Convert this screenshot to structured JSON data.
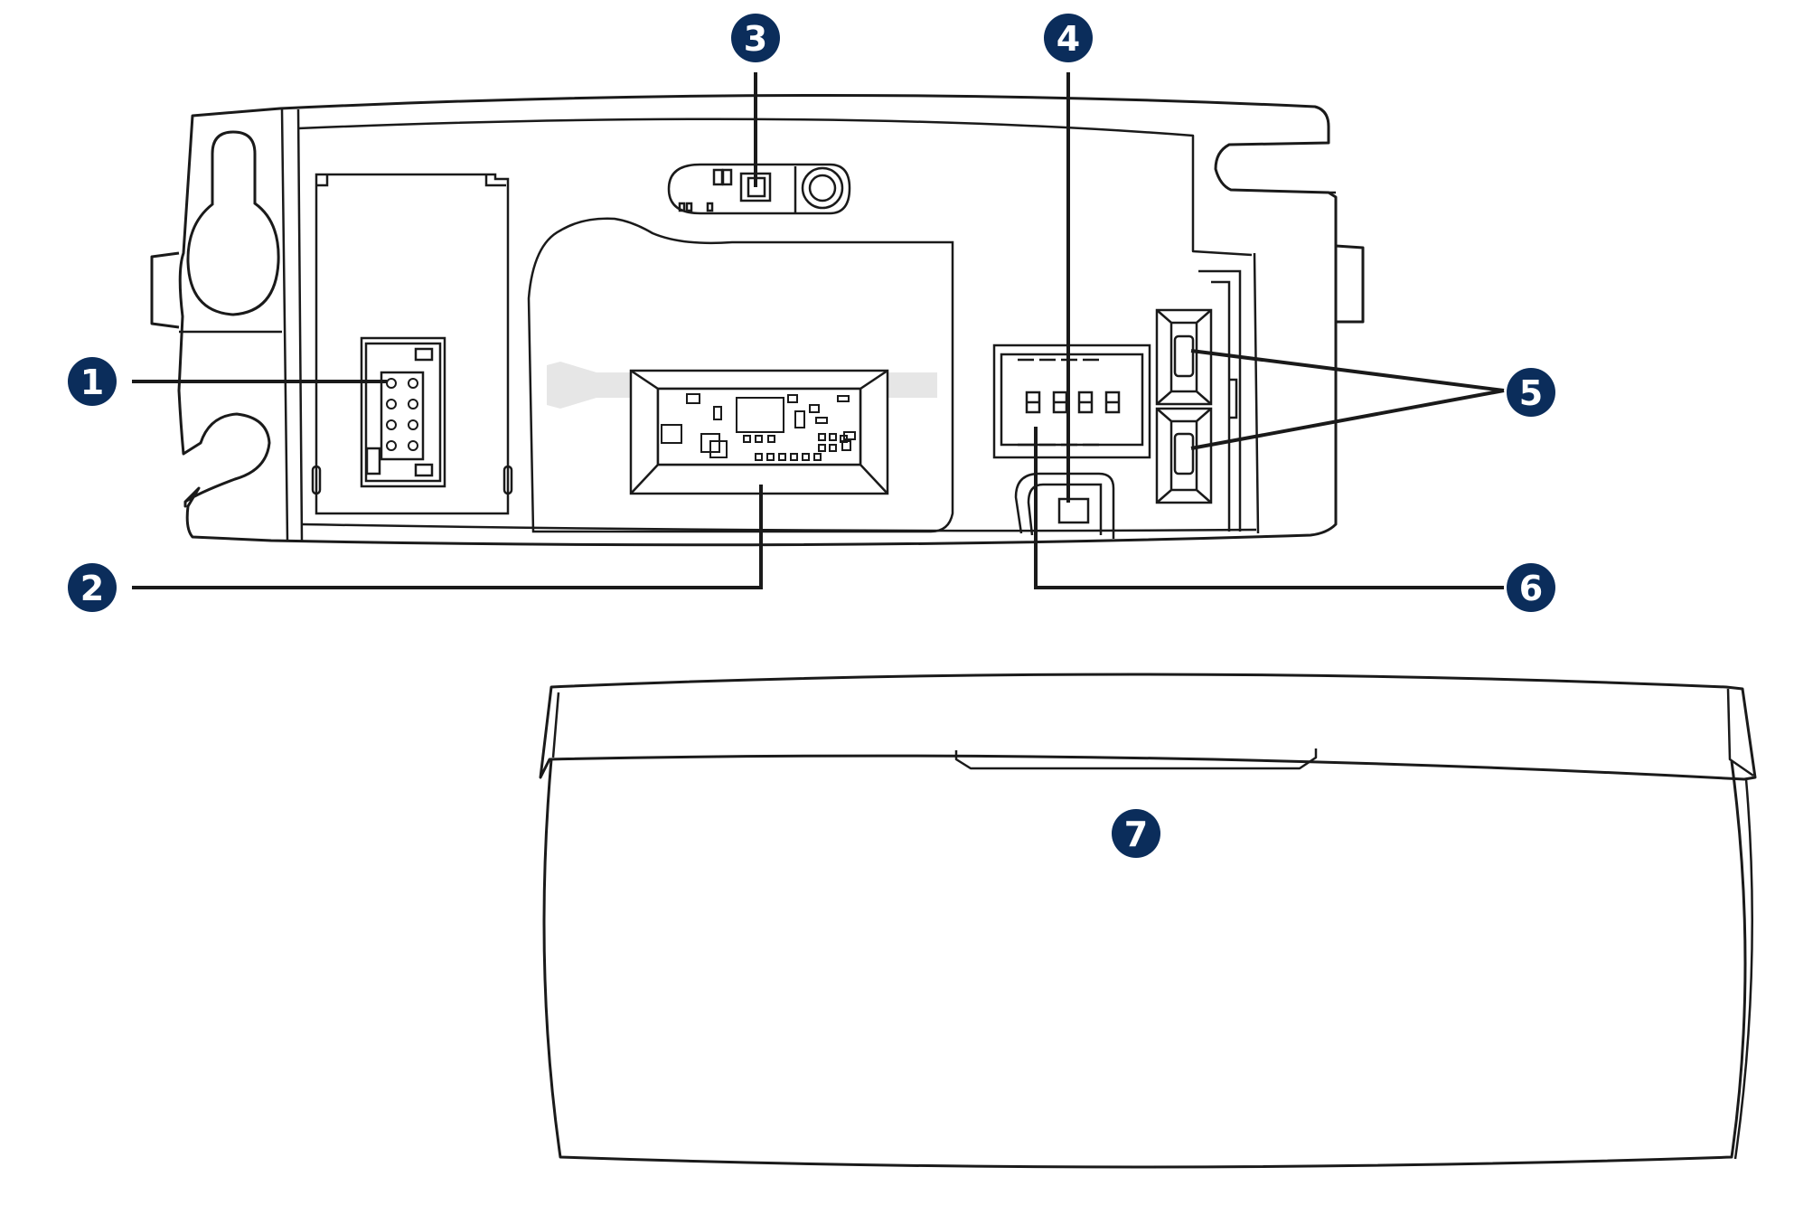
{
  "diagram": {
    "callouts": [
      {
        "id": "1",
        "label": "1"
      },
      {
        "id": "2",
        "label": "2"
      },
      {
        "id": "3",
        "label": "3"
      },
      {
        "id": "4",
        "label": "4"
      },
      {
        "id": "5",
        "label": "5"
      },
      {
        "id": "6",
        "label": "6"
      },
      {
        "id": "7",
        "label": "7"
      }
    ],
    "colors": {
      "callout_fill": "#0b2d5b",
      "outline": "#1a1a1a",
      "leader": "#1a1a1a",
      "shading": "#e6e6e6",
      "background": "#ffffff"
    }
  }
}
